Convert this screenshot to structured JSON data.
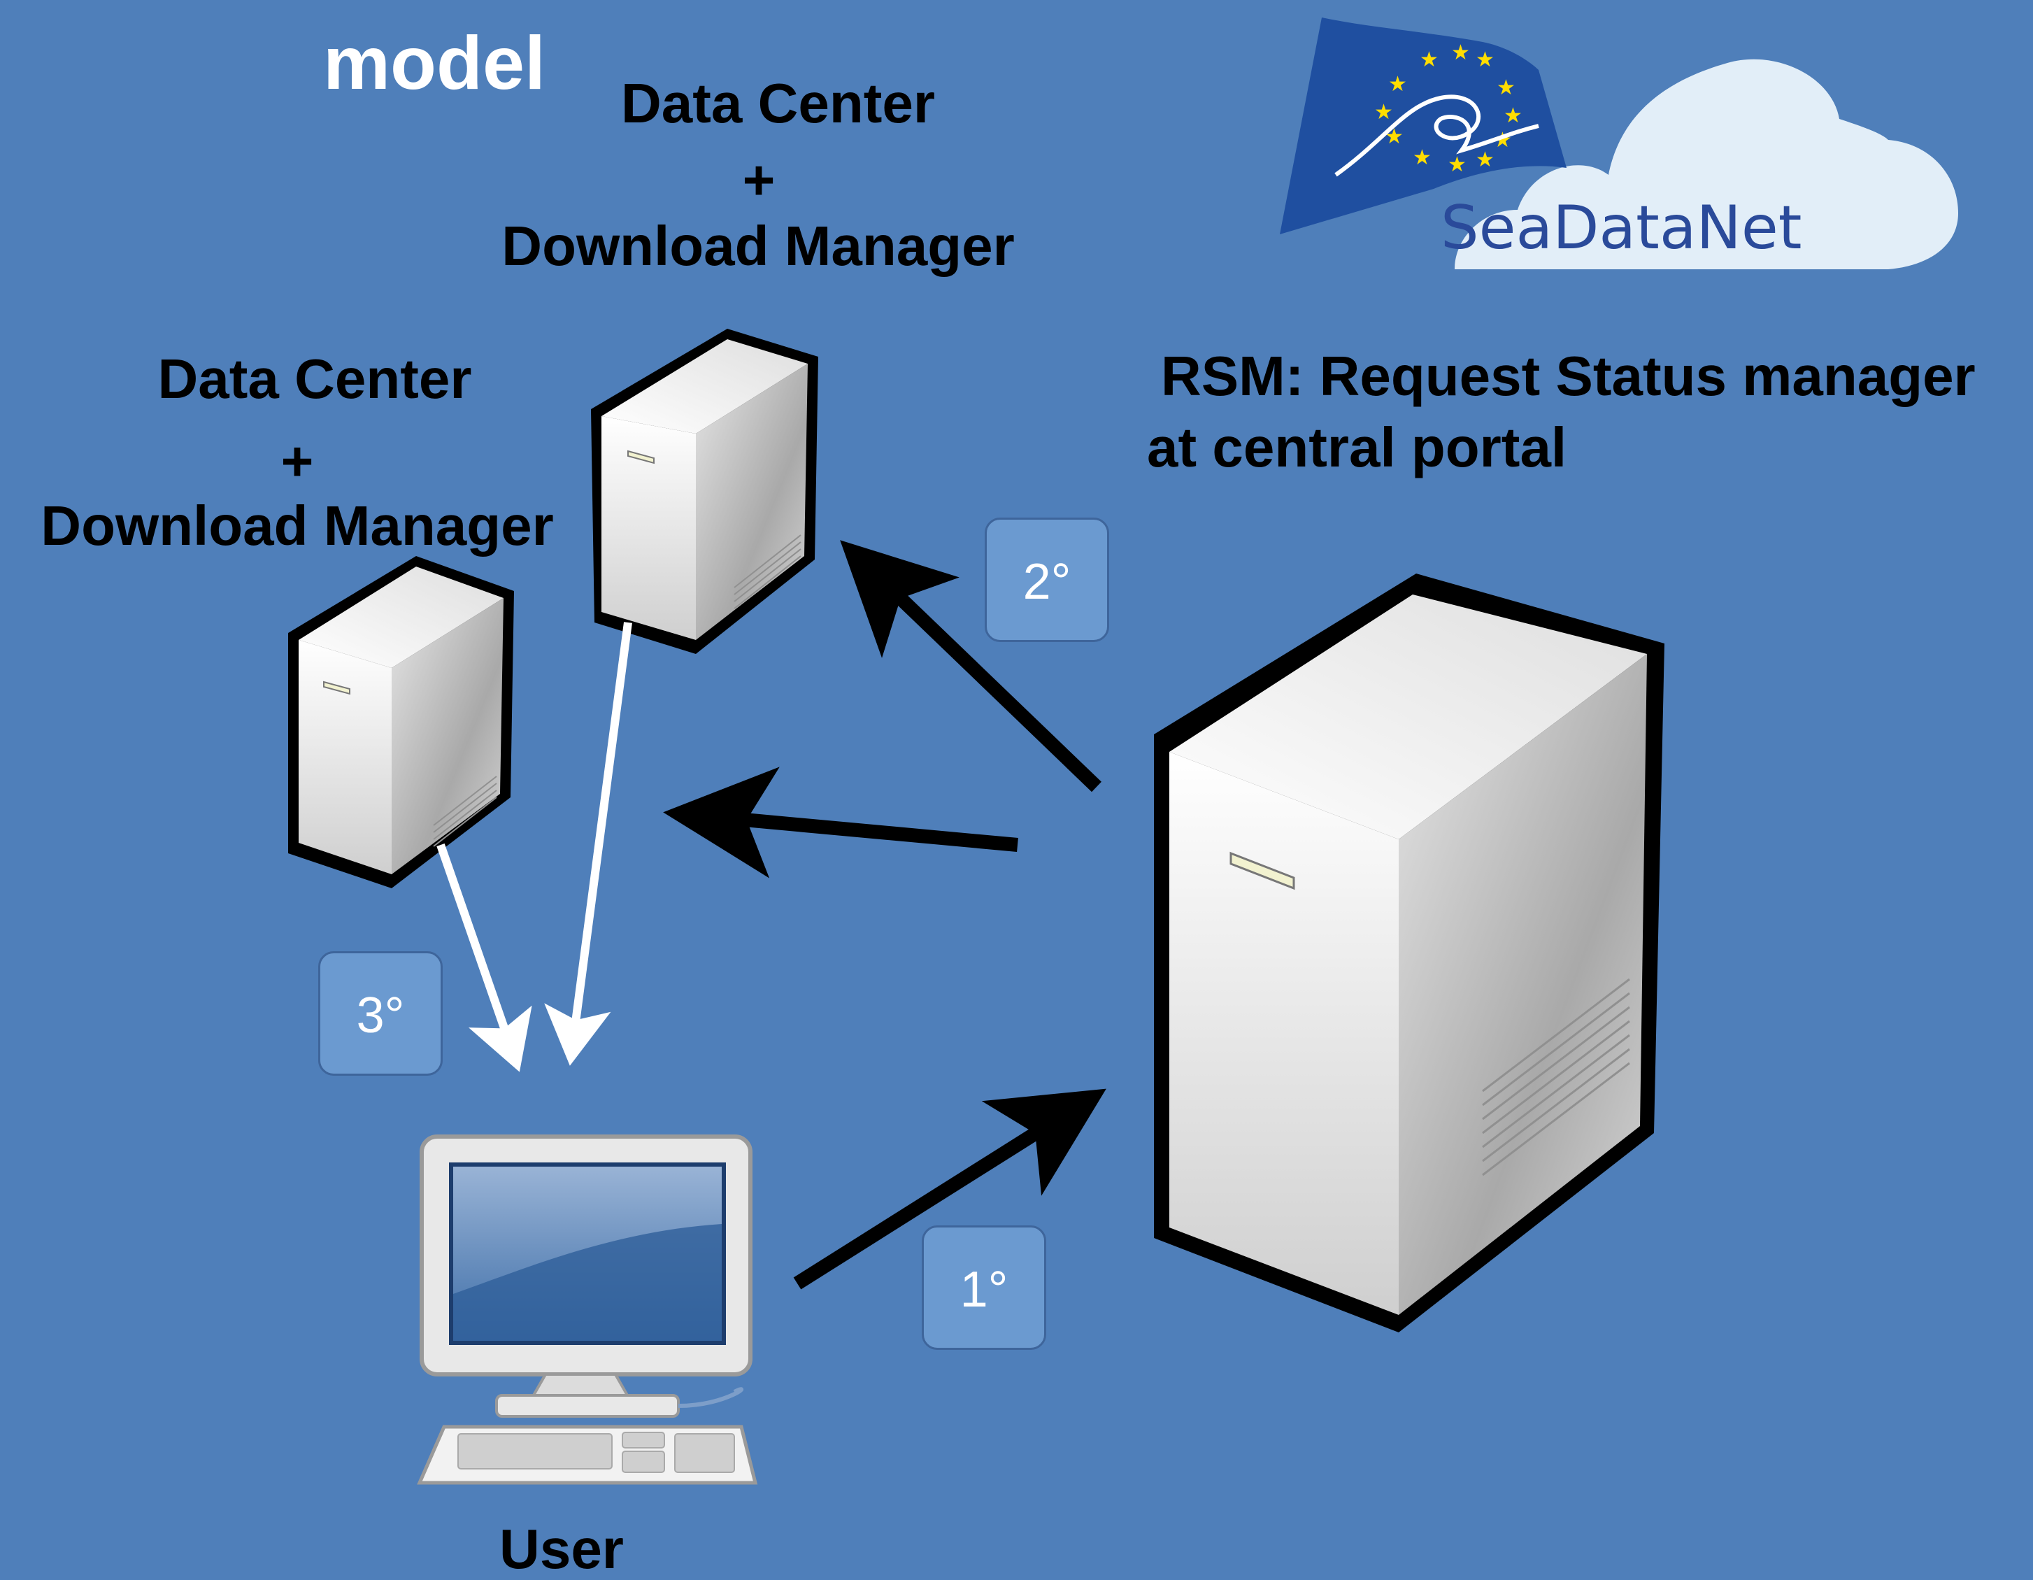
{
  "diagram": {
    "title": "model",
    "nodes": {
      "data_center_top": {
        "line1": "Data Center",
        "line2": "+",
        "line3": "Download Manager"
      },
      "data_center_left": {
        "line1": "Data Center",
        "line2": "+",
        "line3": "Download Manager"
      },
      "rsm": {
        "line1": "RSM: Request Status manager",
        "line2": "at central portal"
      },
      "user": {
        "label": "User"
      }
    },
    "steps": {
      "step1": "1°",
      "step2": "2°",
      "step3": "3°"
    },
    "logo": {
      "text": "SeaDataNet"
    },
    "colors": {
      "background": "#4f7fba",
      "badge": "#6b9ad0",
      "logo_flag": "#1f4fa0",
      "logo_text": "#2a4a9a"
    }
  }
}
